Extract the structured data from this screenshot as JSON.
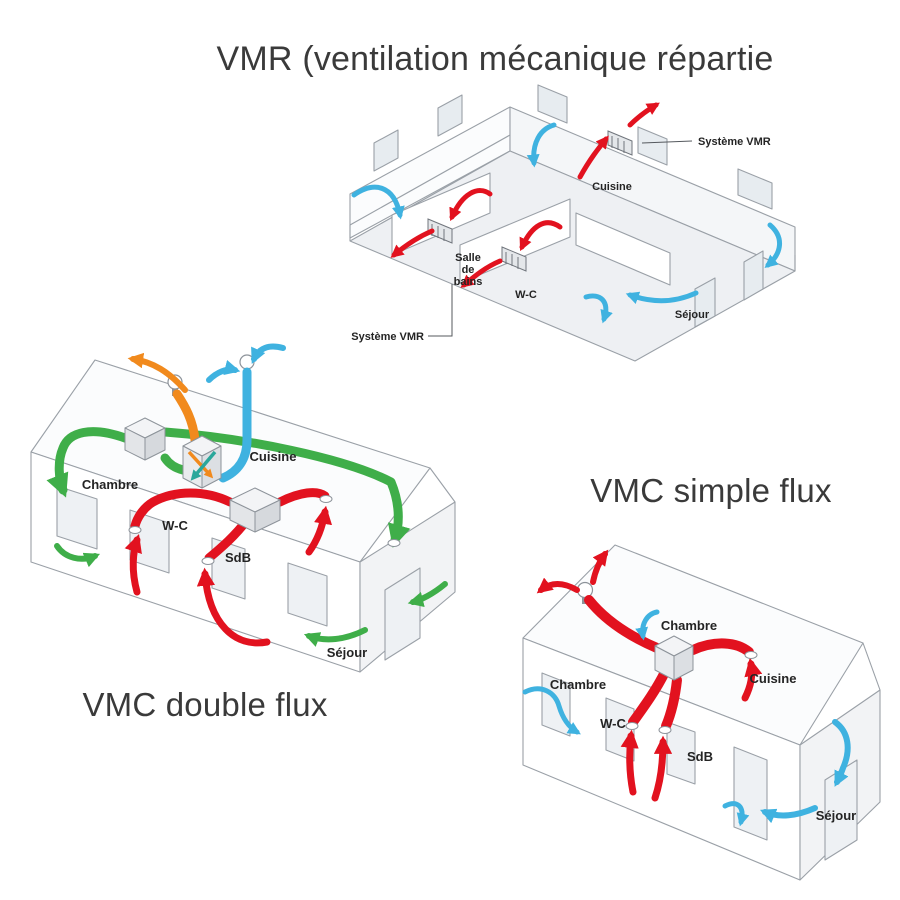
{
  "page": {
    "background": "#ffffff"
  },
  "title": "VMR (ventilation mécanique répartie",
  "colors": {
    "extract_red": "#e2121f",
    "fresh_blue": "#3fb2e0",
    "supply_green": "#3fae49",
    "exhaust_orange": "#f18a1d",
    "exchanger_teal": "#2aa79b",
    "outline_gray": "#9aa0a7",
    "label_dark": "#242424",
    "title_gray": "#3a3a3a"
  },
  "diagrams": {
    "vmr": {
      "labels": {
        "systeme_vmr_top": "Système VMR",
        "systeme_vmr_bottom": "Système VMR",
        "cuisine": "Cuisine",
        "salle_line1": "Salle",
        "salle_line2": "de",
        "salle_line3": "bains",
        "wc": "W-C",
        "sejour": "Séjour"
      }
    },
    "double_flux": {
      "caption": "VMC double flux",
      "labels": {
        "chambre": "Chambre",
        "cuisine": "Cuisine",
        "wc": "W-C",
        "sdb": "SdB",
        "sejour": "Séjour"
      }
    },
    "simple_flux": {
      "caption": "VMC simple flux",
      "labels": {
        "chambre_upper": "Chambre",
        "chambre_left": "Chambre",
        "cuisine": "Cuisine",
        "wc": "W-C",
        "sdb": "SdB",
        "sejour": "Séjour"
      }
    }
  }
}
